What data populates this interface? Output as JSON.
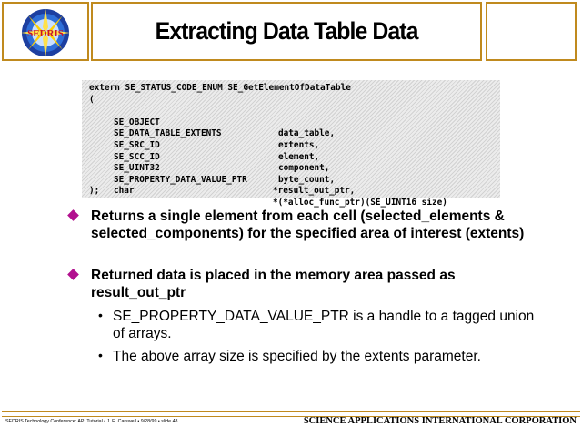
{
  "slide": {
    "title": "Extracting Data Table Data",
    "logo_text": "SEDRIS"
  },
  "code": {
    "signature": "extern SE_STATUS_CODE_ENUM SE_GetElementOfDataTable",
    "open_paren": "(",
    "params": [
      {
        "type": "SE_OBJECT",
        "name": "data_table,"
      },
      {
        "type": "SE_DATA_TABLE_EXTENTS",
        "name": "extents,"
      },
      {
        "type": "SE_SRC_ID",
        "name": "element,"
      },
      {
        "type": "SE_SCC_ID",
        "name": "component,"
      },
      {
        "type": "SE_UINT32",
        "name": "byte_count,"
      },
      {
        "type": "SE_PROPERTY_DATA_VALUE_PTR",
        "name": "*result_out_ptr,"
      },
      {
        "type": "char",
        "name": "*(*alloc_func_ptr)(SE_UINT16 size)"
      }
    ],
    "close": ");"
  },
  "bullets": [
    {
      "text": "Returns a single element from each cell (selected_elements & selected_components) for the specified area of interest (extents)"
    },
    {
      "text": "Returned data is placed in the memory area passed as result_out_ptr"
    }
  ],
  "sub_bullets": [
    {
      "text": "SE_PROPERTY_DATA_VALUE_PTR is a handle to a tagged union of arrays."
    },
    {
      "text": "The above array size is specified by the extents parameter."
    }
  ],
  "footer": {
    "left": "SEDRIS Technology Conference: API Tutorial • J. E. Carswell • 9/28/99 • slide 48",
    "right": "SCIENCE APPLICATIONS INTERNATIONAL CORPORATION"
  },
  "colors": {
    "border": "#c08a1e",
    "bullet_diamond": "#b2108f"
  }
}
